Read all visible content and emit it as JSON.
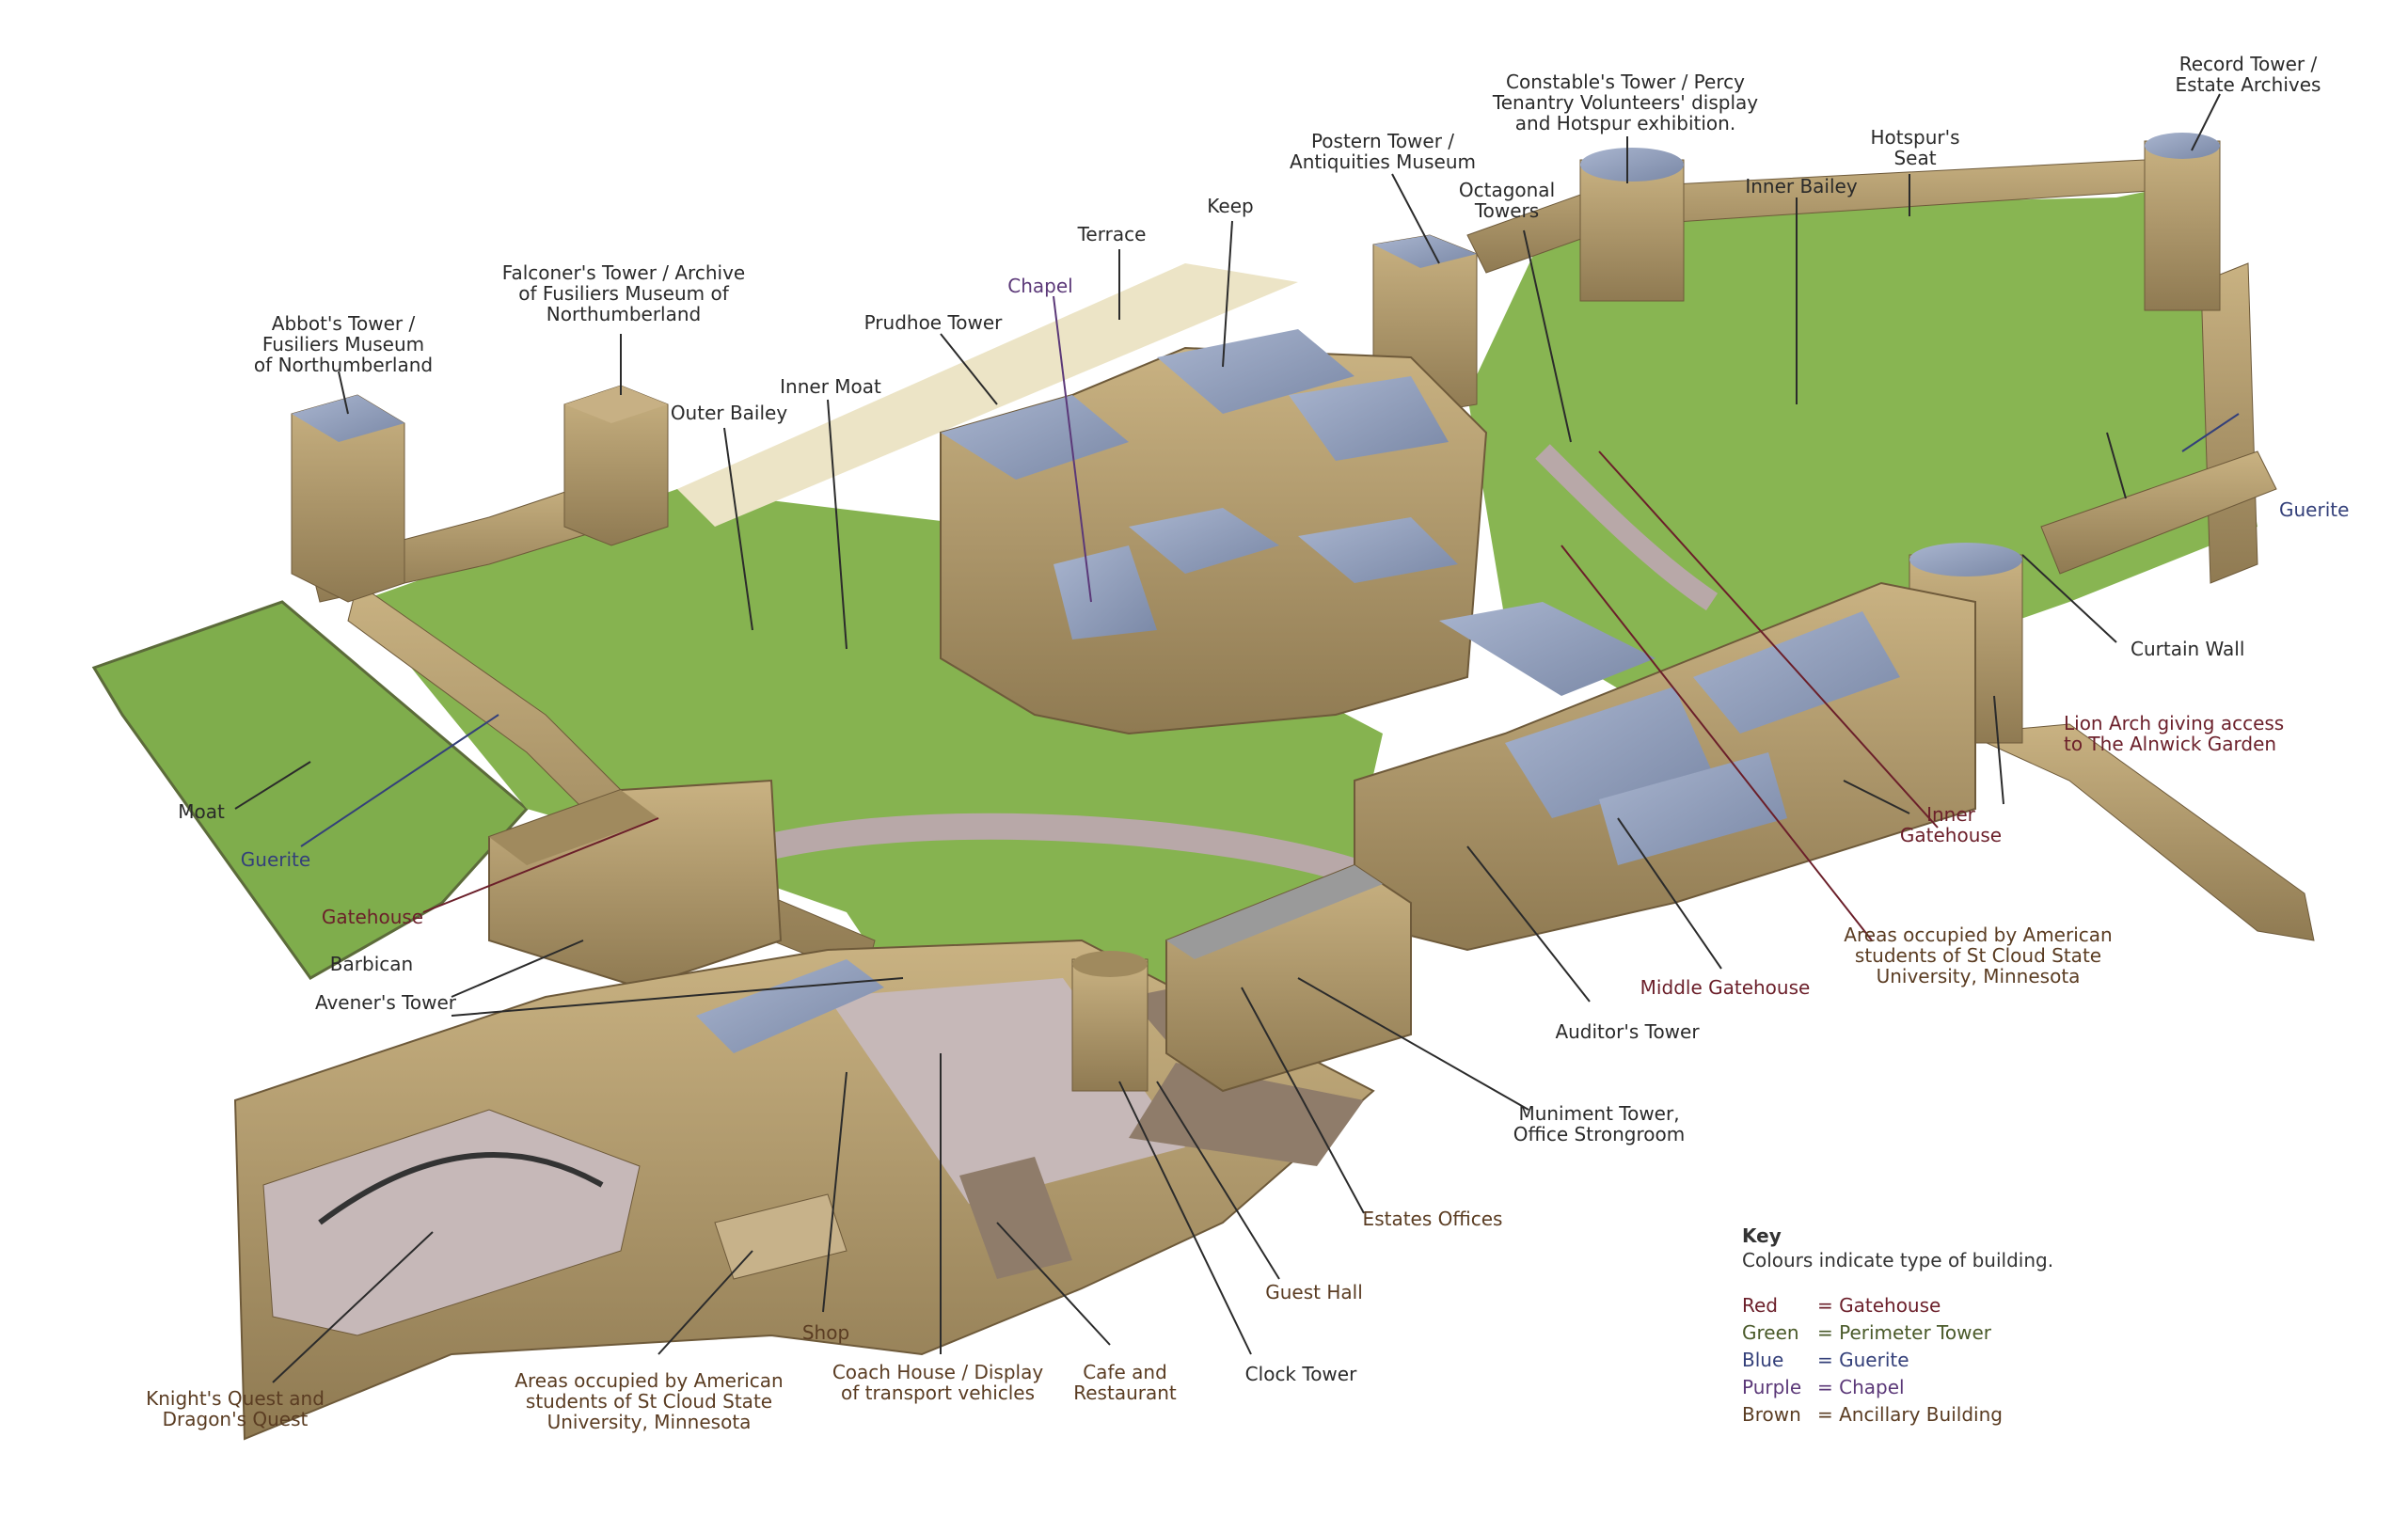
{
  "colors": {
    "label": "#2a2a2a",
    "red": "#6b1f2a",
    "green": "#4a5a2a",
    "blue": "#34407a",
    "purple": "#5b3878",
    "brown": "#5a3c22",
    "leader_dark": "#2b2b2b",
    "grass": "#7fad4c",
    "stone": "#b59d6d",
    "roof": "#8d9bb8"
  },
  "labels": {
    "record_tower": [
      "Record Tower /",
      "Estate Archives"
    ],
    "constables_tower": [
      "Constable's Tower / Percy",
      "Tenantry Volunteers' display",
      "and Hotspur exhibition."
    ],
    "hotspurs_seat": [
      "Hotspur's",
      "Seat"
    ],
    "inner_bailey": [
      "Inner Bailey"
    ],
    "postern_tower": [
      "Postern Tower /",
      "Antiquities Museum"
    ],
    "octagonal_towers": [
      "Octagonal",
      "Towers"
    ],
    "keep": [
      "Keep"
    ],
    "terrace": [
      "Terrace"
    ],
    "chapel": [
      "Chapel"
    ],
    "prudhoe_tower": [
      "Prudhoe Tower"
    ],
    "falconers_tower": [
      "Falconer's Tower / Archive",
      "of Fusiliers Museum of",
      "Northumberland"
    ],
    "abbots_tower": [
      "Abbot's Tower /",
      "Fusiliers Museum",
      "of Northumberland"
    ],
    "inner_moat": [
      "Inner Moat"
    ],
    "outer_bailey": [
      "Outer Bailey"
    ],
    "guerite_right": [
      "Guerite"
    ],
    "curtain_wall": [
      "Curtain Wall"
    ],
    "lion_arch": [
      "Lion Arch giving access",
      "to The Alnwick Garden"
    ],
    "inner_gatehouse": [
      "Inner",
      "Gatehouse"
    ],
    "areas_right": [
      "Areas occupied by American",
      "students of St Cloud State",
      "University, Minnesota"
    ],
    "middle_gatehouse": [
      "Middle Gatehouse"
    ],
    "auditors_tower": [
      "Auditor's Tower"
    ],
    "muniment_tower": [
      "Muniment Tower,",
      "Office Strongroom"
    ],
    "estates_offices": [
      "Estates Offices"
    ],
    "guest_hall": [
      "Guest Hall"
    ],
    "clock_tower": [
      "Clock Tower"
    ],
    "cafe": [
      "Cafe and",
      "Restaurant"
    ],
    "coach_house": [
      "Coach House / Display",
      "of transport vehicles"
    ],
    "shop": [
      "Shop"
    ],
    "areas_left": [
      "Areas occupied by American",
      "students of St Cloud State",
      "University, Minnesota"
    ],
    "knights_quest": [
      "Knight's Quest and",
      "Dragon's Quest"
    ],
    "moat": [
      "Moat"
    ],
    "guerite_left": [
      "Guerite"
    ],
    "gatehouse": [
      "Gatehouse"
    ],
    "barbican": [
      "Barbican"
    ],
    "aveners_tower": [
      "Avener's Tower"
    ]
  },
  "key": {
    "title": "Key",
    "subtitle": "Colours indicate type of building.",
    "rows": [
      {
        "colour": "Red",
        "meaning": "= Gatehouse",
        "hex": "#6b1f2a"
      },
      {
        "colour": "Green",
        "meaning": "= Perimeter Tower",
        "hex": "#4a5a2a"
      },
      {
        "colour": "Blue",
        "meaning": "= Guerite",
        "hex": "#34407a"
      },
      {
        "colour": "Purple",
        "meaning": "= Chapel",
        "hex": "#5b3878"
      },
      {
        "colour": "Brown",
        "meaning": "= Ancillary Building",
        "hex": "#5a3c22"
      }
    ]
  }
}
